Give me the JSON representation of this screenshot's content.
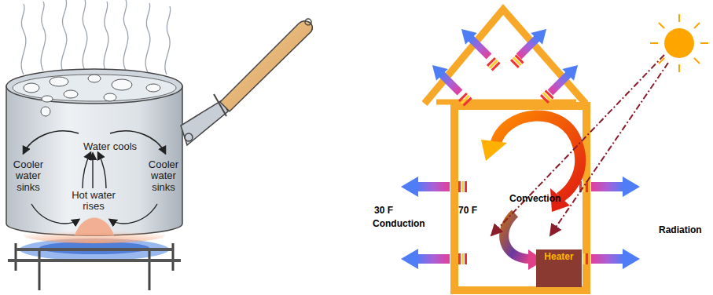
{
  "diagram": {
    "nodes": [
      {
        "text": [
          "Heater"
        ]
      }
    ],
    "labels": [
      "Water cools",
      "Cooler water sinks",
      "Hot water rises",
      "Cooler water sinks",
      "30 F",
      "70 F",
      "Conduction",
      "Convection",
      "Radiation"
    ]
  }
}
